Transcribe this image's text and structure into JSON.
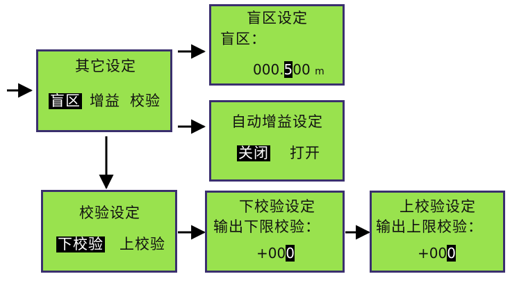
{
  "other": {
    "title": "其它设定",
    "blind": "盲区",
    "gain": "增益",
    "calib": "校验"
  },
  "blindzone": {
    "title": "盲区设定",
    "label": "盲区：",
    "value_pre": "000.",
    "value_cursor": "5",
    "value_post": "00",
    "unit": "m"
  },
  "autogain": {
    "title": "自动增益设定",
    "off": "关闭",
    "on": "打开"
  },
  "calib": {
    "title": "校验设定",
    "lower": "下校验",
    "upper": "上校验"
  },
  "lower": {
    "title": "下校验设定",
    "label": "输出下限校验：",
    "value_pre": "+00",
    "value_cursor": "0"
  },
  "upper": {
    "title": "上校验设定",
    "label": "输出上限校验：",
    "value_pre": "+00",
    "value_cursor": "0"
  }
}
